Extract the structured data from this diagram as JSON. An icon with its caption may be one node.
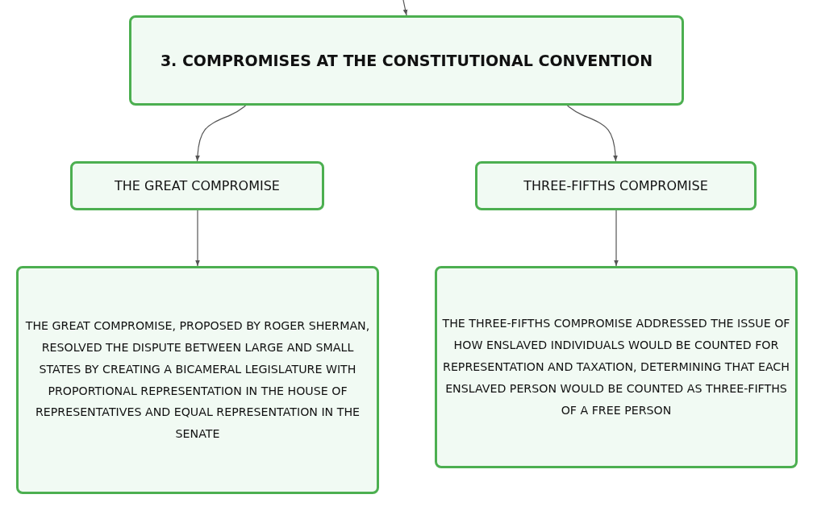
{
  "diagram": {
    "nodes": [
      {
        "text": [
          "3. COMPROMISES AT THE CONSTITUTIONAL CONVENTION"
        ]
      },
      {
        "text": [
          "THE GREAT COMPROMISE"
        ]
      },
      {
        "text": [
          "THREE-FIFTHS COMPROMISE"
        ]
      },
      {
        "text": [
          "THE GREAT COMPROMISE, PROPOSED BY ROGER SHERMAN, RESOLVED THE DISPUTE BETWEEN LARGE AND SMALL STATES BY CREATING A BICAMERAL LEGISLATURE WITH PROPORTIONAL REPRESENTATION IN THE HOUSE OF REPRESENTATIVES AND EQUAL REPRESENTATION IN THE SENATE"
        ]
      },
      {
        "text": [
          "THE THREE-FIFTHS COMPROMISE ADDRESSED THE ISSUE OF HOW ENSLAVED INDIVIDUALS WOULD BE COUNTED FOR REPRESENTATION AND TAXATION, DETERMINING THAT EACH ENSLAVED PERSON WOULD BE COUNTED AS THREE-FIFTHS OF A FREE PERSON"
        ]
      }
    ],
    "edges": [
      {
        "from": null,
        "to": 0,
        "arrow": "to"
      },
      {
        "from": 0,
        "to": 1,
        "arrow": "to"
      },
      {
        "from": 0,
        "to": 2,
        "arrow": "to"
      },
      {
        "from": 1,
        "to": 3,
        "arrow": "to"
      },
      {
        "from": 2,
        "to": 4,
        "arrow": "to"
      }
    ]
  }
}
